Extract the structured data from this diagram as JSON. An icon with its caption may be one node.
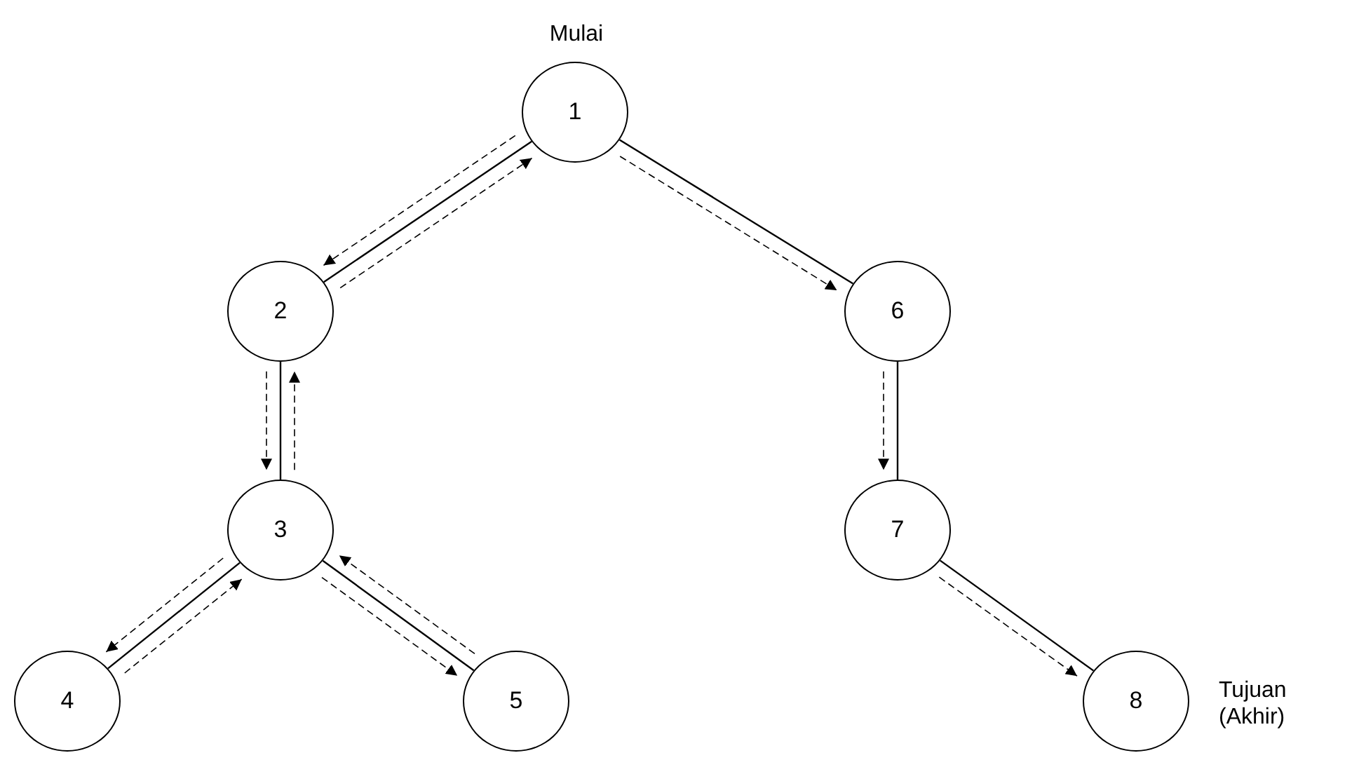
{
  "diagram": {
    "nodes": [
      {
        "text": [
          "1"
        ],
        "beside": [
          "Mulai"
        ]
      },
      {
        "text": [
          "2"
        ]
      },
      {
        "text": [
          "3"
        ]
      },
      {
        "text": [
          "4"
        ]
      },
      {
        "text": [
          "5"
        ]
      },
      {
        "text": [
          "6"
        ]
      },
      {
        "text": [
          "7"
        ]
      },
      {
        "text": [
          "8"
        ],
        "beside": [
          "Tujuan (Akhir)"
        ]
      }
    ],
    "edges": [
      {
        "from": 0,
        "to": 1,
        "arrow": "none"
      },
      {
        "from": 0,
        "to": 5,
        "arrow": "none"
      },
      {
        "from": 1,
        "to": 2,
        "arrow": "none"
      },
      {
        "from": 2,
        "to": 3,
        "arrow": "none"
      },
      {
        "from": 2,
        "to": 4,
        "arrow": "none"
      },
      {
        "from": 5,
        "to": 6,
        "arrow": "none"
      },
      {
        "from": 6,
        "to": 7,
        "arrow": "none"
      },
      {
        "from": 0,
        "to": 1,
        "arrow": "to",
        "style": "dashed"
      },
      {
        "from": 1,
        "to": 0,
        "arrow": "to",
        "style": "dashed"
      },
      {
        "from": 1,
        "to": 2,
        "arrow": "to",
        "style": "dashed"
      },
      {
        "from": 2,
        "to": 1,
        "arrow": "to",
        "style": "dashed"
      },
      {
        "from": 2,
        "to": 3,
        "arrow": "to",
        "style": "dashed"
      },
      {
        "from": 3,
        "to": 2,
        "arrow": "to",
        "style": "dashed"
      },
      {
        "from": 2,
        "to": 4,
        "arrow": "to",
        "style": "dashed"
      },
      {
        "from": 4,
        "to": 2,
        "arrow": "to",
        "style": "dashed"
      },
      {
        "from": 0,
        "to": 5,
        "arrow": "to",
        "style": "dashed"
      },
      {
        "from": 5,
        "to": 6,
        "arrow": "to",
        "style": "dashed"
      },
      {
        "from": 6,
        "to": 7,
        "arrow": "to",
        "style": "dashed"
      }
    ]
  }
}
